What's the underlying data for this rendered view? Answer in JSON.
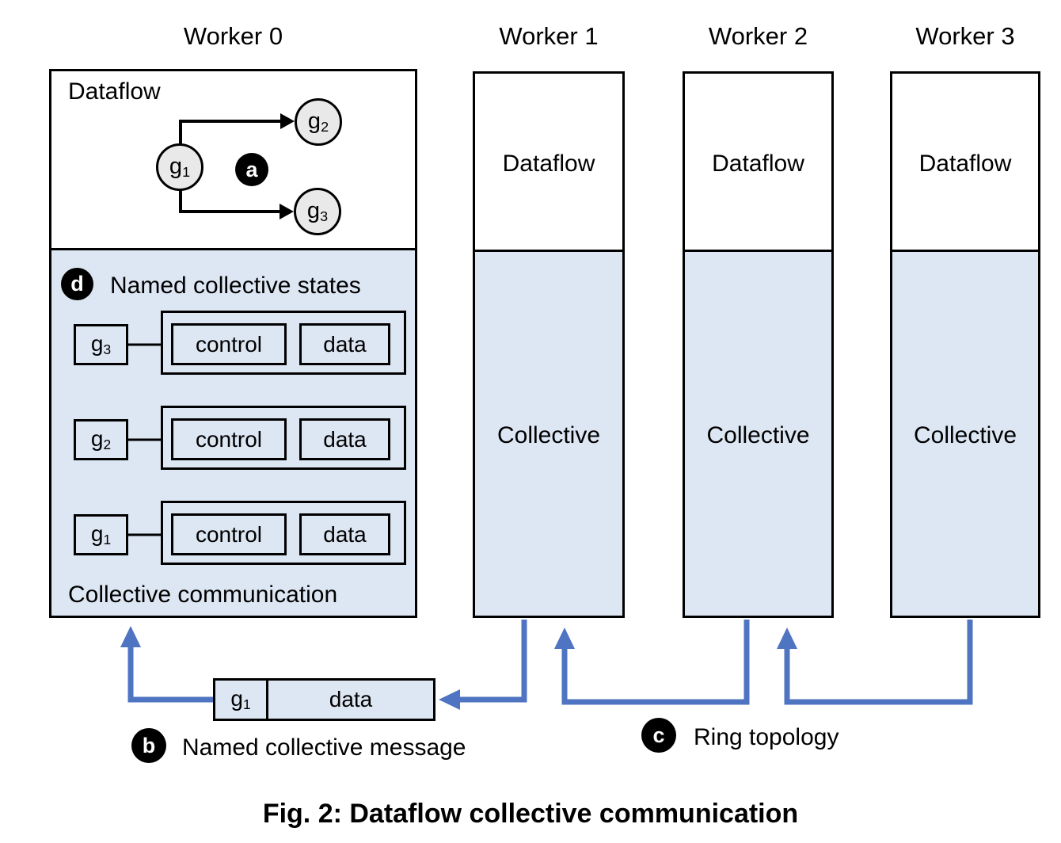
{
  "figure": {
    "caption": "Fig. 2: Dataflow collective communication"
  },
  "workers": [
    {
      "title": "Worker 0"
    },
    {
      "title": "Worker 1",
      "dataflow": "Dataflow",
      "collective": "Collective"
    },
    {
      "title": "Worker 2",
      "dataflow": "Dataflow",
      "collective": "Collective"
    },
    {
      "title": "Worker 3",
      "dataflow": "Dataflow",
      "collective": "Collective"
    }
  ],
  "worker0": {
    "dataflow_label": "Dataflow",
    "nodes": [
      {
        "name": "g",
        "sub": "1"
      },
      {
        "name": "g",
        "sub": "2"
      },
      {
        "name": "g",
        "sub": "3"
      }
    ],
    "collective": {
      "states_title": "Named collective states",
      "rows": [
        {
          "name": "g",
          "sub": "3",
          "control": "control",
          "data": "data"
        },
        {
          "name": "g",
          "sub": "2",
          "control": "control",
          "data": "data"
        },
        {
          "name": "g",
          "sub": "1",
          "control": "control",
          "data": "data"
        }
      ],
      "footer": "Collective communication"
    }
  },
  "message": {
    "name": "g",
    "sub": "1",
    "data": "data"
  },
  "annotations": {
    "a": {
      "badge": "a"
    },
    "b": {
      "badge": "b",
      "label": "Named collective message"
    },
    "c": {
      "badge": "c",
      "label": "Ring topology"
    },
    "d": {
      "badge": "d"
    }
  },
  "colors": {
    "panel-blue": "#dde6f3",
    "arrow-blue": "#4f74c2",
    "node-gray": "#e9e9e9",
    "ink": "#000000"
  }
}
